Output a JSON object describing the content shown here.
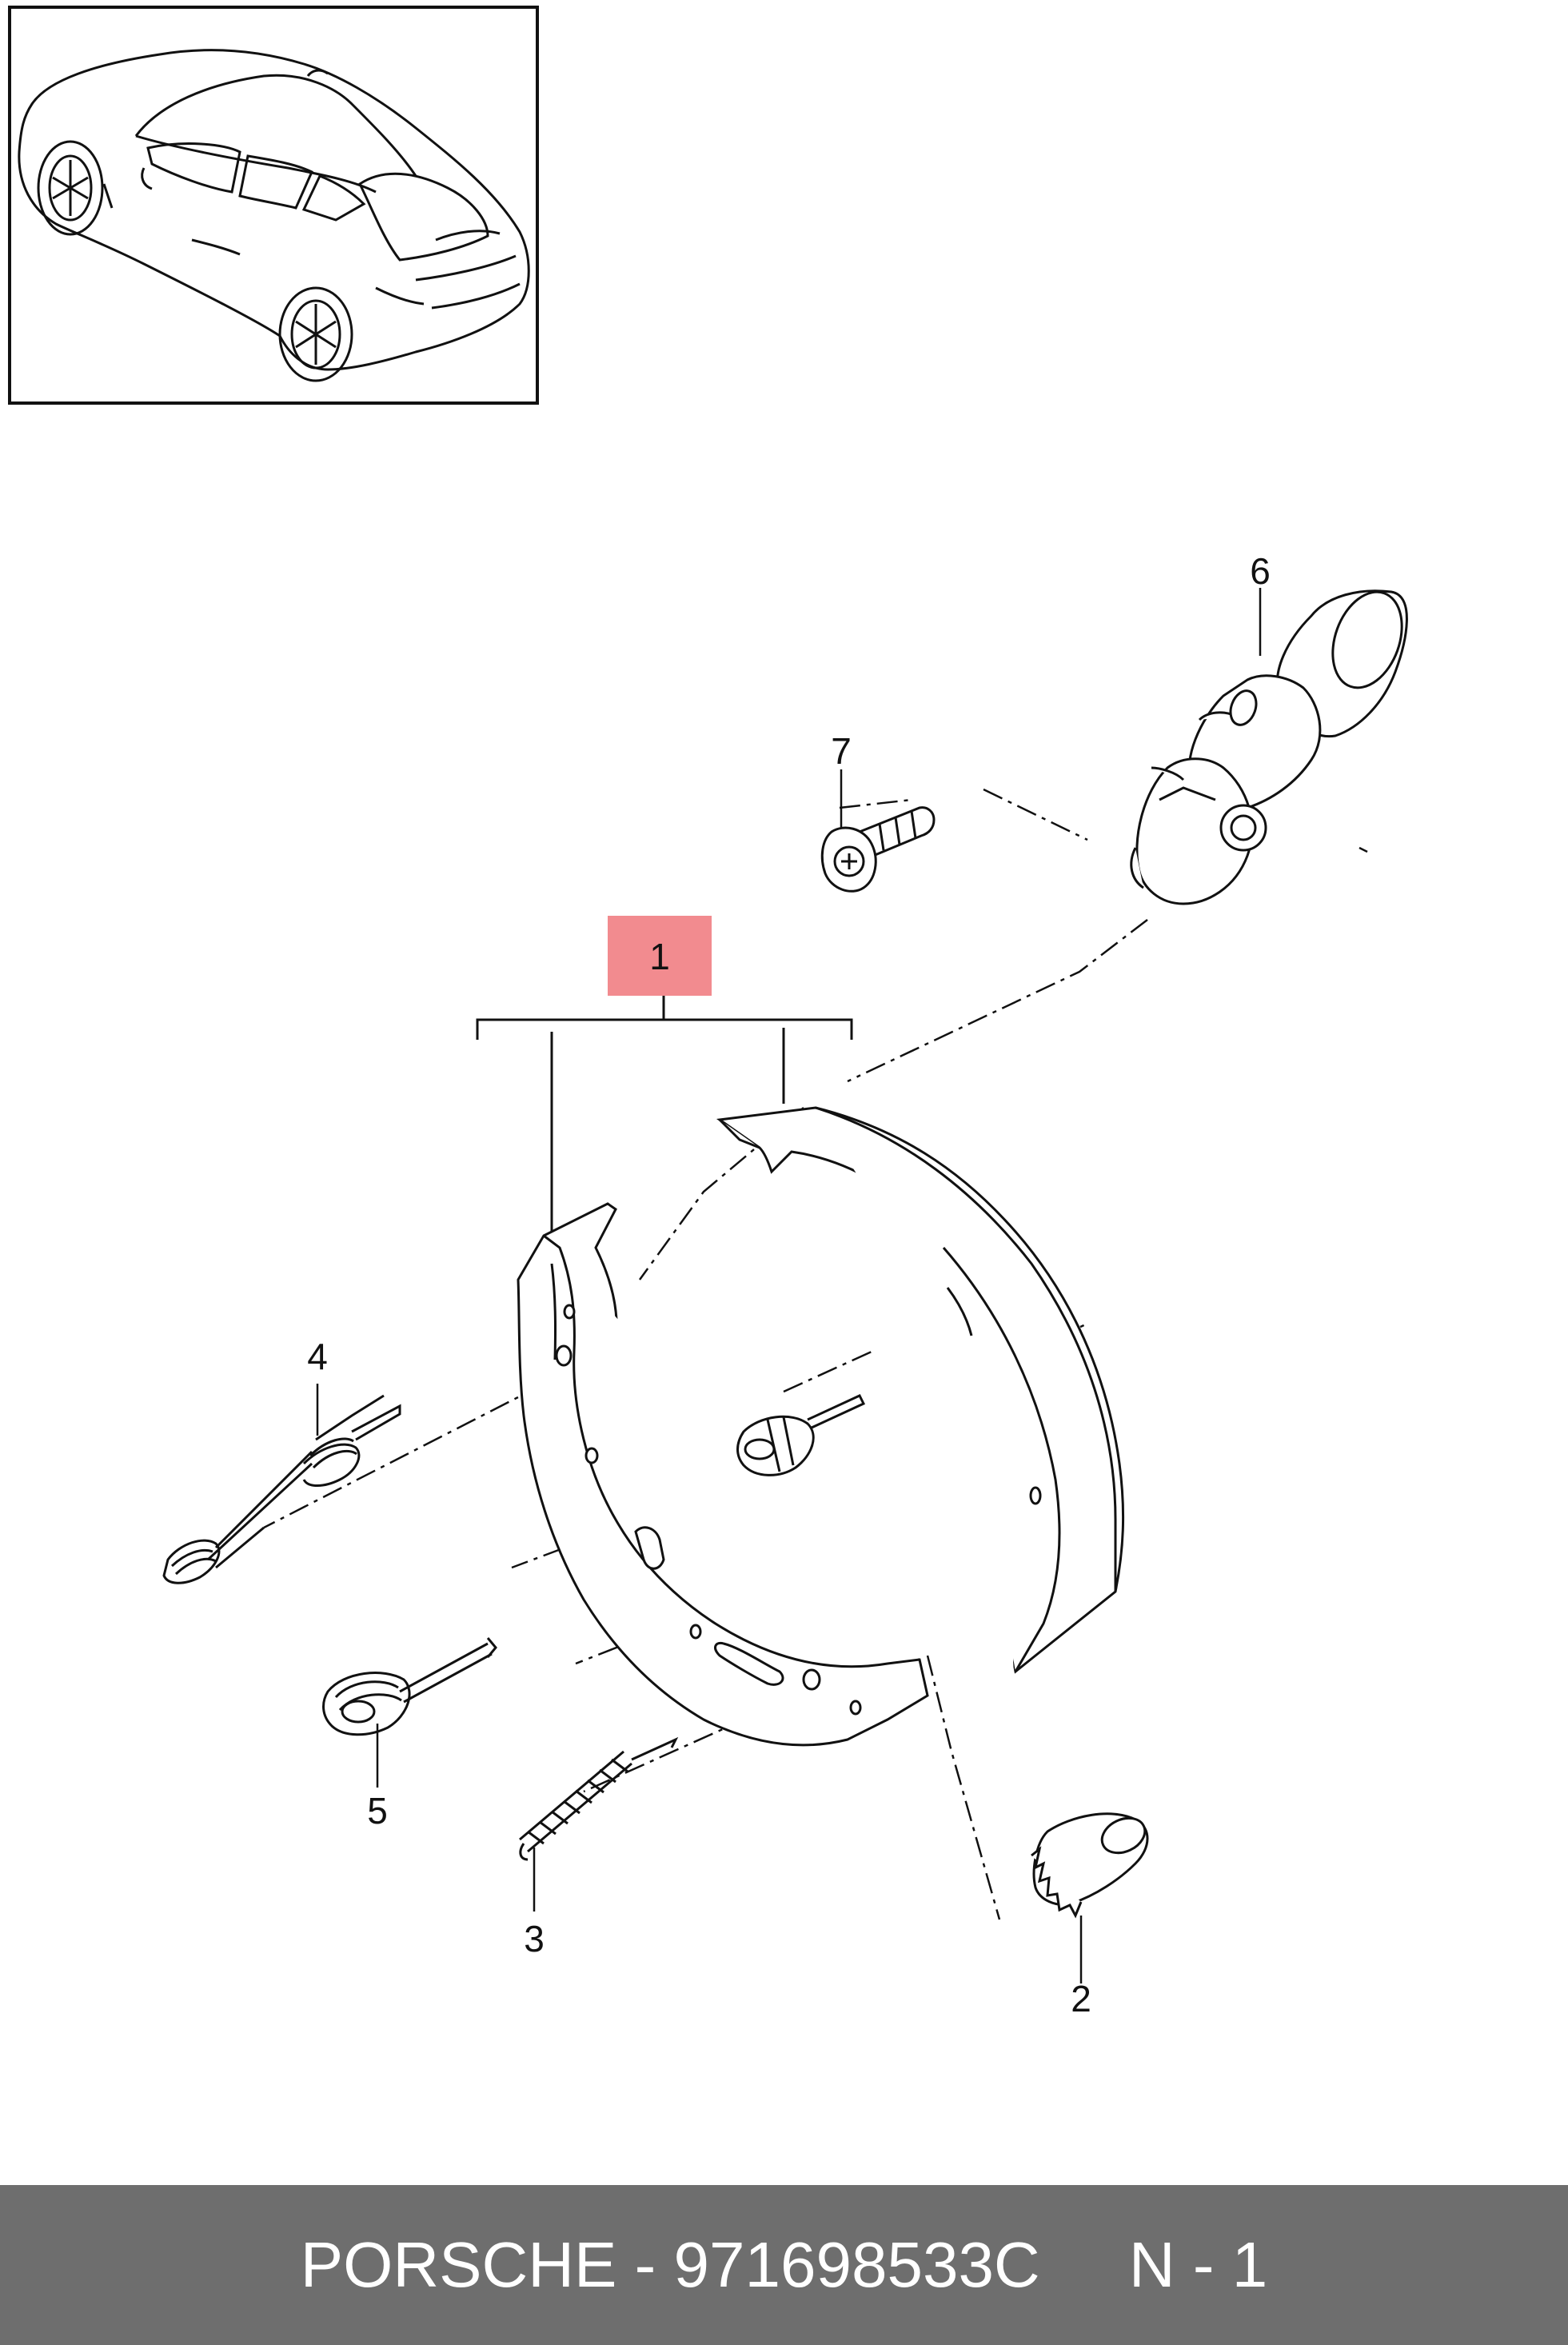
{
  "callouts": {
    "c1": "1",
    "c2": "2",
    "c3": "3",
    "c4": "4",
    "c5": "5",
    "c6": "6",
    "c7": "7"
  },
  "highlight_color": "#f28b8f",
  "footer": {
    "brand": "PORSCHE",
    "separator": " - ",
    "part_number": "971698533C",
    "gap": "     ",
    "note": "N - 1"
  }
}
